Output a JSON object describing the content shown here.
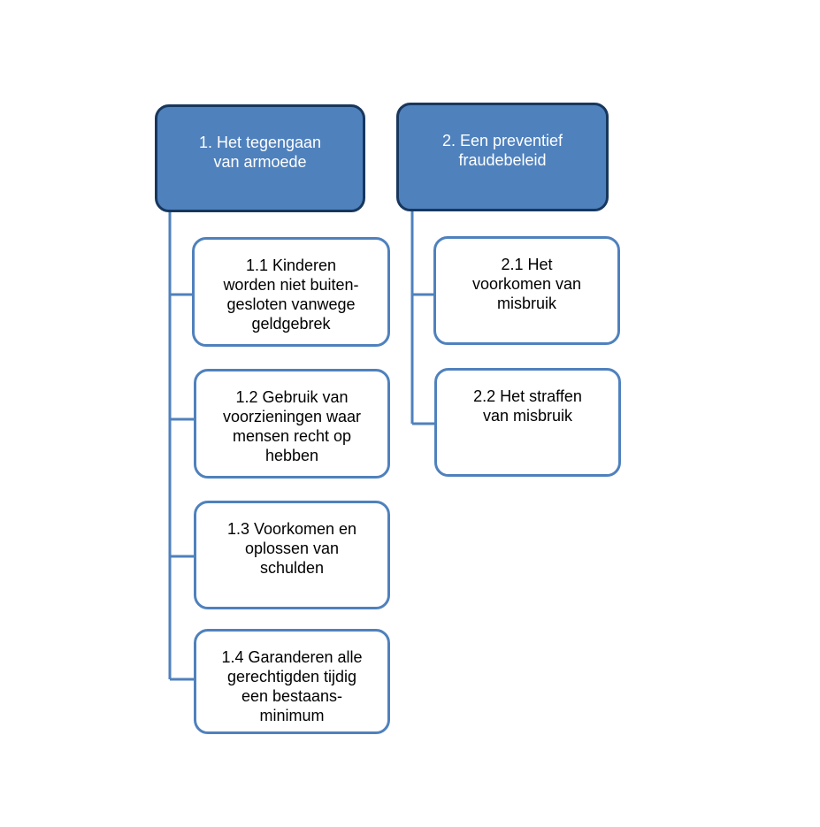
{
  "colors": {
    "head_fill": "#4f81bd",
    "head_border": "#17375e",
    "child_border": "#4f81bd",
    "connector": "#4f81bd"
  },
  "column1": {
    "head": "1. Het tegengaan\nvan armoede",
    "children": [
      "1.1 Kinderen\nworden niet buiten-\ngesloten vanwege\ngeldgebrek",
      "1.2 Gebruik van\nvoorzieningen waar\nmensen recht op\nhebben",
      "1.3 Voorkomen en\noplossen van\nschulden",
      "1.4 Garanderen alle\ngerechtigden tijdig\neen bestaans-\nminimum"
    ]
  },
  "column2": {
    "head": "2. Een preventief\nfraudebeleid",
    "children": [
      "2.1 Het\nvoorkomen van\nmisbruik",
      "2.2 Het straffen\nvan misbruik"
    ]
  }
}
